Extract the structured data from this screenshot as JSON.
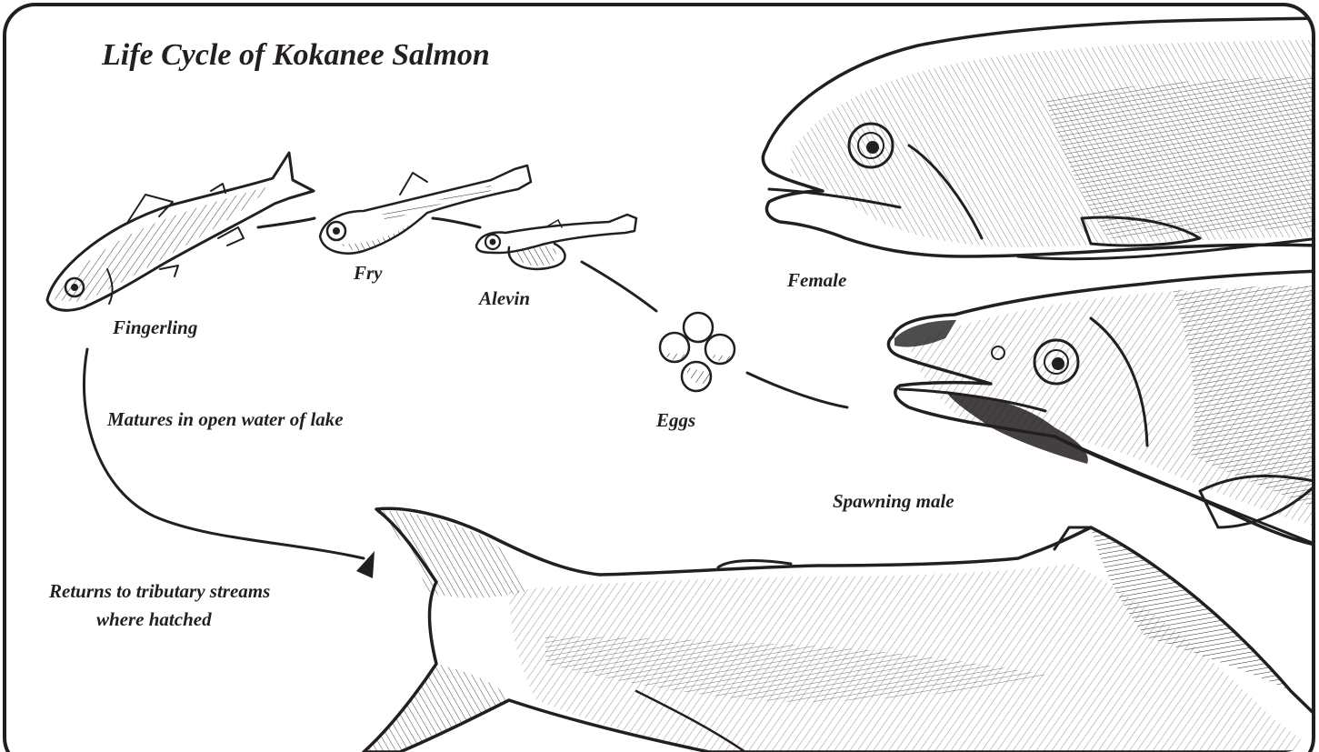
{
  "title": "Life Cycle of Kokanee Salmon",
  "stages": {
    "fingerling": "Fingerling",
    "fry": "Fry",
    "alevin": "Alevin",
    "eggs": "Eggs",
    "female": "Female",
    "spawning_male": "Spawning male"
  },
  "notes": {
    "matures": "Matures in open water of lake",
    "returns_line1": "Returns to tributary streams",
    "returns_line2": "where hatched"
  },
  "colors": {
    "ink": "#231f20",
    "paper": "#ffffff"
  }
}
